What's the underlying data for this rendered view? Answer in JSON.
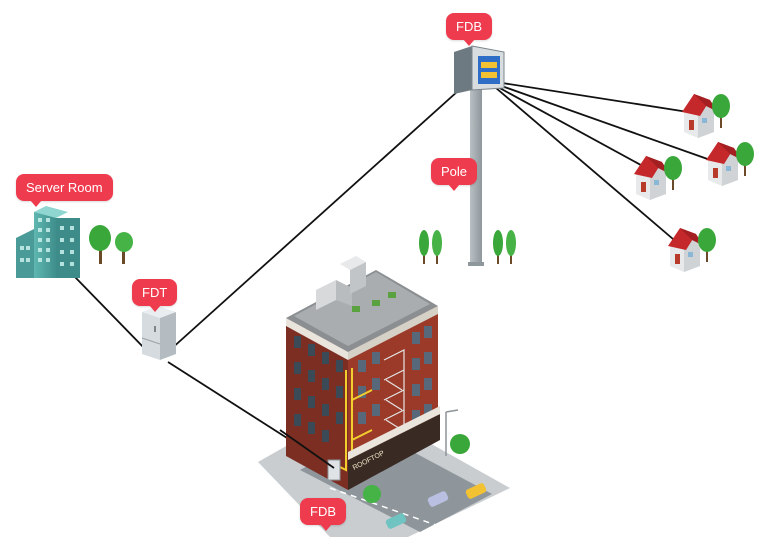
{
  "labels": {
    "server_room": "Server Room",
    "fdt": "FDT",
    "fdb_top": "FDB",
    "pole": "Pole",
    "fdb_bottom": "FDB"
  },
  "building_sign": "ROOFTOP",
  "colors": {
    "label_bg": "#ef3b4e",
    "cable": "#111111",
    "pole": "#a9b1b6",
    "brick": "#8a3424",
    "tree": "#3aa73a",
    "house_roof": "#c5282a"
  }
}
